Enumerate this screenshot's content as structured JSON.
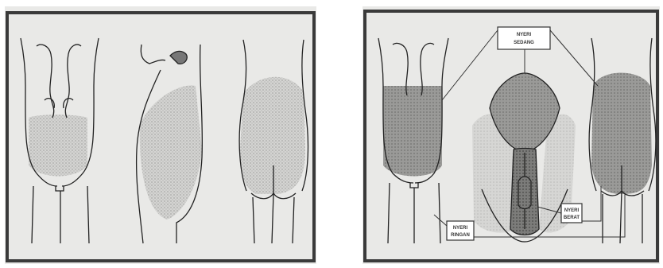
{
  "colors": {
    "background": "#ffffff",
    "panel": "#e9e9e7",
    "frame": "#3a3a3a",
    "line": "#222222",
    "shade_light": "#c8c8c6",
    "shade_medium": "#9a9a98",
    "shade_dark": "#6e6e6c"
  },
  "left_panel": {
    "figures": [
      "front-body-view",
      "side-body-view",
      "back-body-view"
    ]
  },
  "right_panel": {
    "labels": {
      "top": [
        "NYERI",
        "SEDANG"
      ],
      "bottom_right": [
        "NYERI",
        "BERAT"
      ],
      "bottom_left": [
        "NYERI",
        "RINGAN"
      ]
    }
  }
}
